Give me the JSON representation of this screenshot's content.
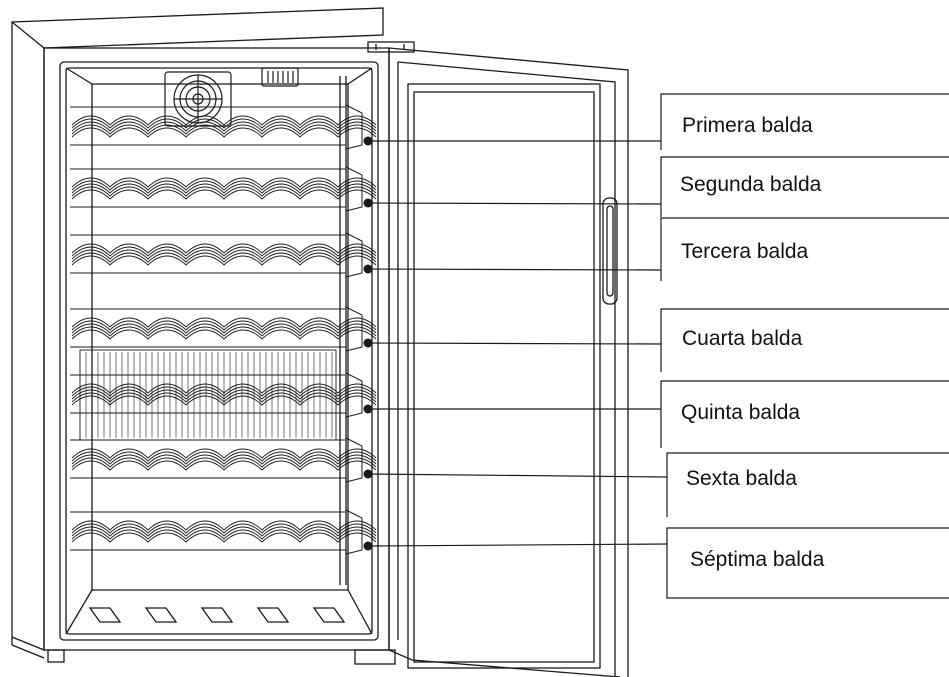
{
  "labels": [
    "Primera balda",
    "Segunda balda",
    "Tercera balda",
    "Cuarta balda",
    "Quinta balda",
    "Sexta balda",
    "Séptima balda"
  ],
  "colors": {
    "line": "#1a1a1a",
    "background": "#ffffff"
  }
}
